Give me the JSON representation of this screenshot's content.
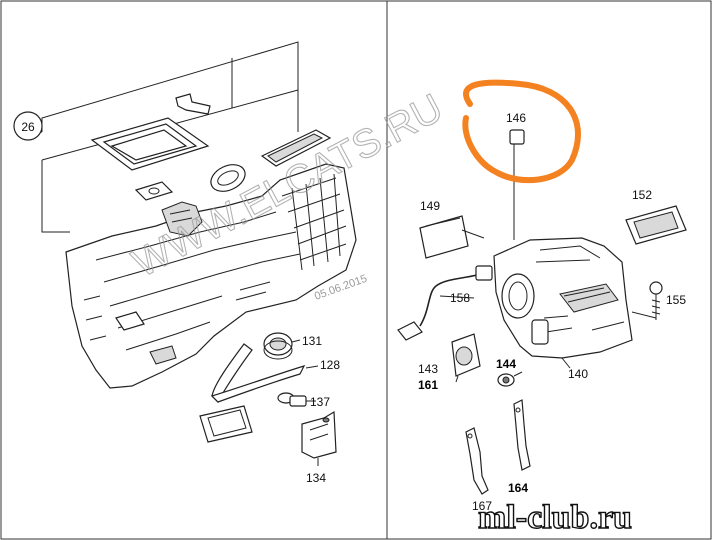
{
  "part_labels": {
    "p26": "26",
    "p131": "131",
    "p128": "128",
    "p137": "137",
    "p134": "134",
    "p146": "146",
    "p149": "149",
    "p152": "152",
    "p155": "155",
    "p158": "158",
    "p143": "143",
    "p161": "161",
    "p144": "144",
    "p140": "140",
    "p167": "167",
    "p164": "164"
  },
  "watermarks": {
    "site": "WWW.ELCATS.RU",
    "date": "05.06.2015",
    "club": "ml-club.ru"
  },
  "colors": {
    "highlight_circle": "#f58220",
    "line": "#222222",
    "watermark": "#9a9a9a"
  }
}
